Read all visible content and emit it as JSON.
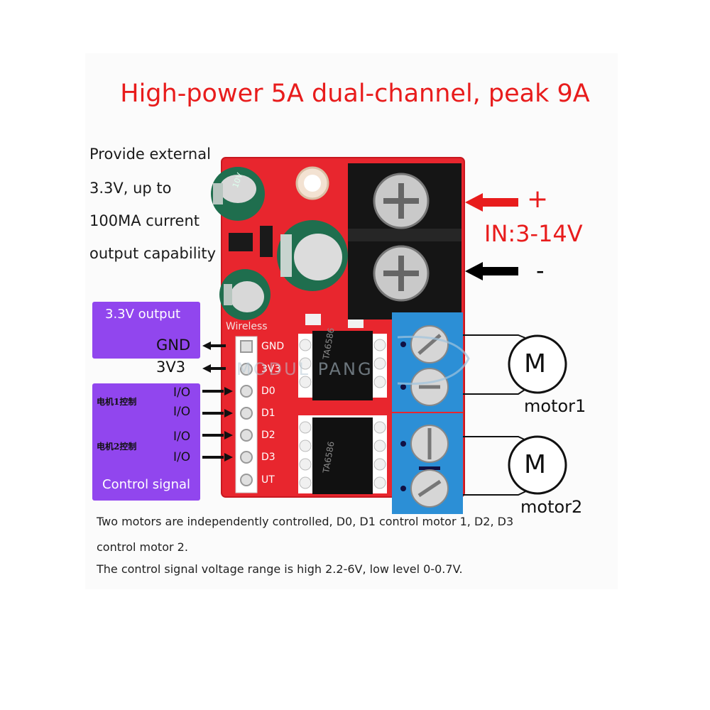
{
  "title": "High-power 5A dual-channel, peak 9A",
  "left_note": {
    "lines": [
      "Provide external",
      "3.3V, up to",
      "100MA current",
      "output capability"
    ]
  },
  "power_input": {
    "plus": "+",
    "range": "IN:3-14V",
    "minus": "-",
    "plus_arrow_color": "#e81c1c",
    "minus_arrow_color": "#000000"
  },
  "output_box": {
    "title": "3.3V  output",
    "gnd": "GND",
    "v33": "3V3",
    "color": "#9146ee"
  },
  "control_box": {
    "motor1_control": "电机1控制",
    "motor2_control": "电机2控制",
    "io": [
      "I/O",
      "I/O",
      "I/O",
      "I/O"
    ],
    "footer": "Control signal"
  },
  "board": {
    "silk_top": "Wireless",
    "pins": [
      "GND",
      "3V3",
      "D0",
      "D1",
      "D2",
      "D3",
      "UT"
    ],
    "chip_text": "TA6586",
    "cap_text": "10V",
    "color": "#e8262e"
  },
  "watermark": "MODUL  PANG",
  "motors": [
    {
      "label": "motor1",
      "symbol": "M"
    },
    {
      "label": "motor2",
      "symbol": "M"
    }
  ],
  "notes": {
    "line1": "Two motors are independently controlled, D0, D1 control motor 1, D2, D3",
    "line2": "control motor 2.",
    "line3": "The control signal voltage range is high 2.2-6V, low level 0-0.7V."
  }
}
